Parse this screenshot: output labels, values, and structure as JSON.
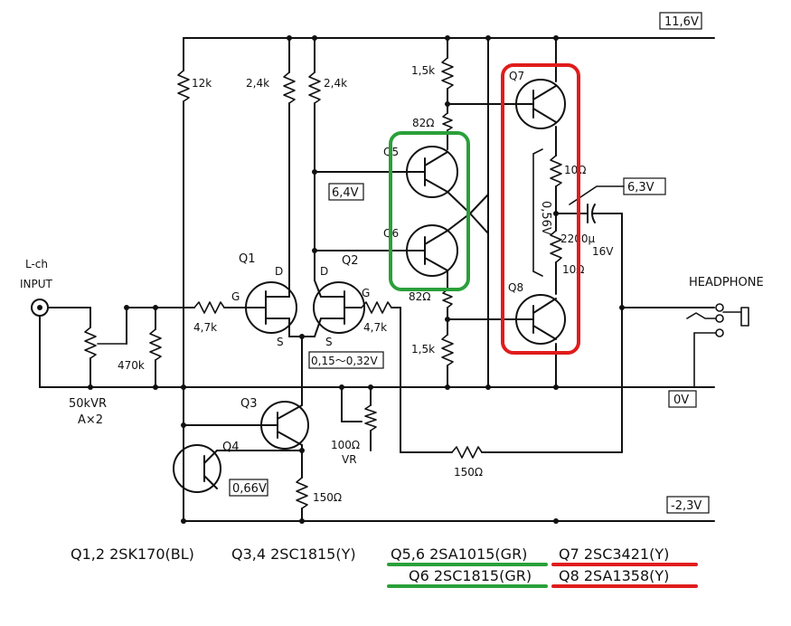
{
  "rails": {
    "top": "11,6V",
    "ground": "0V",
    "bottom": "-2,3V"
  },
  "input": {
    "label_line1": "L-ch",
    "label_line2": "INPUT"
  },
  "output": {
    "label": "HEADPHONE"
  },
  "resistors": {
    "r_12k": "12k",
    "r_24k_left": "2,4k",
    "r_24k_right": "2,4k",
    "r_15k_top": "1,5k",
    "r_82_top": "82Ω",
    "r_82_bottom": "82Ω",
    "r_15k_bottom": "1,5k",
    "r_47k_left": "4,7k",
    "r_47k_right": "4,7k",
    "r_470k": "470k",
    "r_10_top": "10Ω",
    "r_10_bottom": "10Ω",
    "r_150_bottom": "150Ω",
    "r_150_feedback": "150Ω"
  },
  "pots": {
    "vr_50k_line1": "50kVR",
    "vr_50k_line2": "A×2",
    "vr_100_line1": "100Ω",
    "vr_100_line2": "VR"
  },
  "capacitor": {
    "value_line1": "2200μ",
    "value_line2": "16V"
  },
  "voltages": {
    "v_64": "6,4V",
    "v_63": "6,3V",
    "v_015_032": "0,15〜0,32V",
    "v_066": "0,66V",
    "v_056": "0,56V"
  },
  "transistors": {
    "q1": "Q1",
    "q2": "Q2",
    "q3": "Q3",
    "q4": "Q4",
    "q5": "Q5",
    "q6": "Q6",
    "q7": "Q7",
    "q8": "Q8",
    "d": "D",
    "g": "G",
    "s": "S"
  },
  "parts_list": {
    "q12": "Q1,2 2SK170(BL)",
    "q34": "Q3,4 2SC1815(Y)",
    "q56": "Q5,6 2SA1015(GR)",
    "q6": "Q6 2SC1815(GR)",
    "q7": "Q7 2SC3421(Y)",
    "q8": "Q8 2SA1358(Y)"
  },
  "colors": {
    "green": "#2aa03a",
    "red": "#e01c1c",
    "ink": "#111111"
  }
}
